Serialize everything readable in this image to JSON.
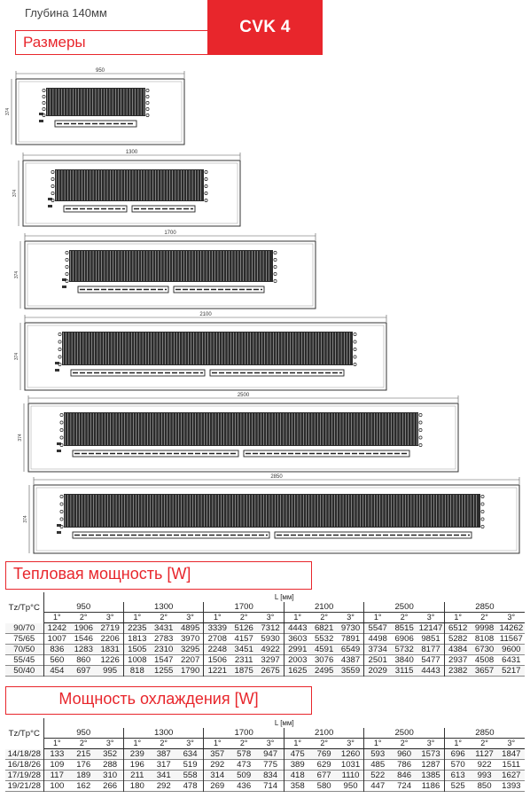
{
  "header": {
    "depth": "Глубина 140мм",
    "model": "CVK 4",
    "sizes_title": "Размеры"
  },
  "drawings": [
    {
      "length_label": "950",
      "height_label": "374"
    },
    {
      "length_label": "1300",
      "height_label": "374"
    },
    {
      "length_label": "1700",
      "height_label": "374"
    },
    {
      "length_label": "2100",
      "height_label": "374"
    },
    {
      "length_label": "2500",
      "height_label": "374"
    },
    {
      "length_label": "2850",
      "height_label": "374"
    }
  ],
  "heat": {
    "title": "Тепловая мощность  [W]",
    "row_header": "Tz/Tp°C",
    "l_header": "L [мм]",
    "sizes": [
      "950",
      "1300",
      "1700",
      "2100",
      "2500",
      "2850"
    ],
    "positions": [
      "1°",
      "2°",
      "3°"
    ],
    "rows": [
      {
        "label": "90/70",
        "values": [
          "1242",
          "1906",
          "2719",
          "2235",
          "3431",
          "4895",
          "3339",
          "5126",
          "7312",
          "4443",
          "6821",
          "9730",
          "5547",
          "8515",
          "12147",
          "6512",
          "9998",
          "14262"
        ]
      },
      {
        "label": "75/65",
        "values": [
          "1007",
          "1546",
          "2206",
          "1813",
          "2783",
          "3970",
          "2708",
          "4157",
          "5930",
          "3603",
          "5532",
          "7891",
          "4498",
          "6906",
          "9851",
          "5282",
          "8108",
          "11567"
        ]
      },
      {
        "label": "70/50",
        "values": [
          "836",
          "1283",
          "1831",
          "1505",
          "2310",
          "3295",
          "2248",
          "3451",
          "4922",
          "2991",
          "4591",
          "6549",
          "3734",
          "5732",
          "8177",
          "4384",
          "6730",
          "9600"
        ]
      },
      {
        "label": "55/45",
        "values": [
          "560",
          "860",
          "1226",
          "1008",
          "1547",
          "2207",
          "1506",
          "2311",
          "3297",
          "2003",
          "3076",
          "4387",
          "2501",
          "3840",
          "5477",
          "2937",
          "4508",
          "6431"
        ]
      },
      {
        "label": "50/40",
        "values": [
          "454",
          "697",
          "995",
          "818",
          "1255",
          "1790",
          "1221",
          "1875",
          "2675",
          "1625",
          "2495",
          "3559",
          "2029",
          "3115",
          "4443",
          "2382",
          "3657",
          "5217"
        ]
      }
    ]
  },
  "cool": {
    "title": "Мощность охлаждения [W]",
    "row_header": "Tz/Tp°C",
    "l_header": "L [мм]",
    "sizes": [
      "950",
      "1300",
      "1700",
      "2100",
      "2500",
      "2850"
    ],
    "positions": [
      "1°",
      "2°",
      "3°"
    ],
    "rows": [
      {
        "label": "14/18/28",
        "values": [
          "133",
          "215",
          "352",
          "239",
          "387",
          "634",
          "357",
          "578",
          "947",
          "475",
          "769",
          "1260",
          "593",
          "960",
          "1573",
          "696",
          "1127",
          "1847"
        ]
      },
      {
        "label": "16/18/26",
        "values": [
          "109",
          "176",
          "288",
          "196",
          "317",
          "519",
          "292",
          "473",
          "775",
          "389",
          "629",
          "1031",
          "485",
          "786",
          "1287",
          "570",
          "922",
          "1511"
        ]
      },
      {
        "label": "17/19/28",
        "values": [
          "117",
          "189",
          "310",
          "211",
          "341",
          "558",
          "314",
          "509",
          "834",
          "418",
          "677",
          "1110",
          "522",
          "846",
          "1385",
          "613",
          "993",
          "1627"
        ]
      },
      {
        "label": "19/21/28",
        "values": [
          "100",
          "162",
          "266",
          "180",
          "292",
          "478",
          "269",
          "436",
          "714",
          "358",
          "580",
          "950",
          "447",
          "724",
          "1186",
          "525",
          "850",
          "1393"
        ]
      }
    ]
  }
}
